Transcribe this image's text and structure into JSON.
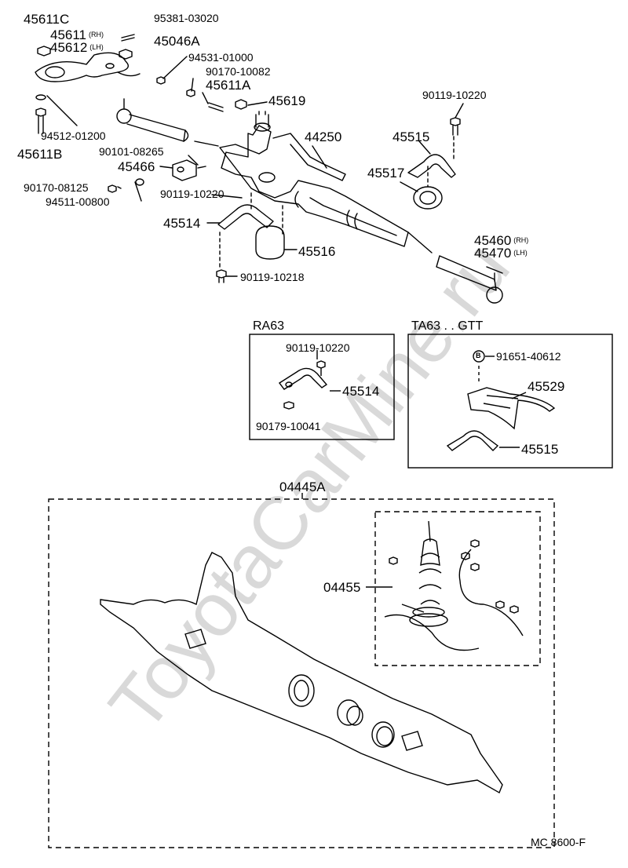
{
  "watermark": "ToyotaCarMine.ru",
  "colors": {
    "ink": "#000000",
    "watermark": "#d9d9d9"
  },
  "labels": {
    "p45611C": "45611C",
    "p45611": "45611",
    "p45611_side": "(RH)",
    "p45612": "45612",
    "p45612_side": "(LH)",
    "p95381": "95381-03020",
    "p45046A": "45046A",
    "p94531": "94531-01000",
    "p90170_10082": "90170-10082",
    "p45611A": "45611A",
    "p45619": "45619",
    "p90119_10220_top": "90119-10220",
    "p94512": "94512-01200",
    "p45611B": "45611B",
    "p44250": "44250",
    "p45515": "45515",
    "p90101": "90101-08265",
    "p45466": "45466",
    "p45517": "45517",
    "p90170_08125": "90170-08125",
    "p90119_10220_mid": "90119-10220",
    "p94511": "94511-00800",
    "p45514": "45514",
    "p45516": "45516",
    "p45460": "45460",
    "p45460_side": "(RH)",
    "p45470": "45470",
    "p45470_side": "(LH)",
    "p90119_10218": "90119-10218"
  },
  "ra63": {
    "title": "RA63",
    "p90119": "90119-10220",
    "p45514": "45514",
    "p90179": "90179-10041"
  },
  "ta63": {
    "title": "TA63 . . GTT",
    "badge": "B",
    "p91651": "91651-40612",
    "p45529": "45529",
    "p45515": "45515"
  },
  "kit": {
    "p04445A": "04445A",
    "p04455": "04455"
  },
  "footer": "MC  8600-F"
}
